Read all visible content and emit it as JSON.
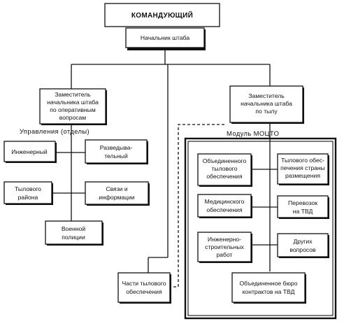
{
  "commander": "КОМАНДУЮЩИЙ",
  "chief_of_staff": "Начальник штаба",
  "deputy_ops": [
    "Заместитель",
    "начальника штаба",
    "по оперативным",
    "вопросам"
  ],
  "directorates_label": "Управления (отделы)",
  "engineering": "Инженерный",
  "recon": [
    "Разведыва-",
    "тельный"
  ],
  "rear_area": [
    "Тылового",
    "района"
  ],
  "communications": [
    "Связи и",
    "информации"
  ],
  "military_police": [
    "Военной",
    "полиции"
  ],
  "deputy_rear": [
    "Заместитель",
    "начальника штаба",
    "по тылу"
  ],
  "module_label": "Модуль МОЦТО",
  "joint_rear": [
    "Объединенного",
    "тылового",
    "обеспечения"
  ],
  "host_nation": [
    "Тылового обес-",
    "печения страны",
    "размещения"
  ],
  "medical": [
    "Медицинского",
    "обеспечения"
  ],
  "transport": [
    "Перевозок",
    "на ТВД"
  ],
  "eng_construction": [
    "Инженерно-",
    "строительных",
    "работ"
  ],
  "other_issues": [
    "Других",
    "вопросов"
  ],
  "rear_units": [
    "Части тылового",
    "обеспечения"
  ],
  "joint_contracts": [
    "Объединенное бюро",
    "контрактов на ТВД"
  ]
}
